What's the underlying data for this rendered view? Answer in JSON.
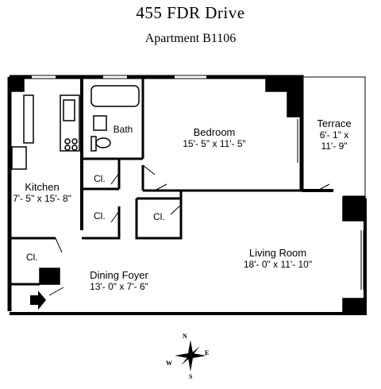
{
  "header": {
    "title": "455 FDR Drive",
    "subtitle": "Apartment B1106"
  },
  "rooms": {
    "kitchen": {
      "name": "Kitchen",
      "dims": "7'- 5\" x 15'- 8\""
    },
    "bath": {
      "name": "Bath"
    },
    "bedroom": {
      "name": "Bedroom",
      "dims": "15'- 5\" x 11'- 5\""
    },
    "terrace": {
      "name": "Terrace",
      "dims1": "6'- 1\" x",
      "dims2": "11'- 9\""
    },
    "living_room": {
      "name": "Living Room",
      "dims": "18'- 0\" x 11'- 10\""
    },
    "dining_foyer": {
      "name": "Dining Foyer",
      "dims": "13'- 0\" x 7'- 6\""
    },
    "closet_label": "Cl."
  },
  "compass": {
    "n": "N",
    "s": "S",
    "e": "E",
    "w": "W"
  }
}
